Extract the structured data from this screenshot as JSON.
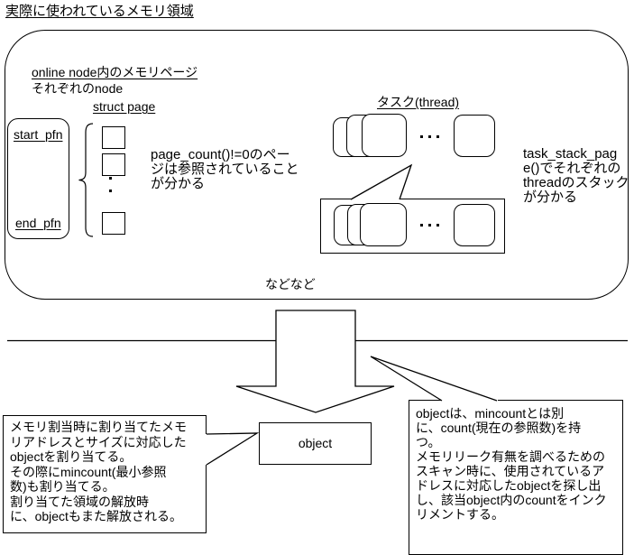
{
  "colors": {
    "ink": "#000000",
    "paper": "#ffffff"
  },
  "page": {
    "title": "実際に使われているメモリ領域"
  },
  "memory_region": {
    "online_node_label": "online node内のメモリページ",
    "each_node_label": "それぞれのnode",
    "struct_page_label": "struct page",
    "pfn_box": {
      "start_label": "start_pfn",
      "end_label": "end_pfn"
    },
    "page_count_note": [
      "page_count()!=0のペー",
      "ジは参照されていること",
      "が分かる"
    ],
    "task_section": {
      "title": "タスク(thread)"
    },
    "task_stack_note": [
      "task_stack_pag",
      "e()でそれぞれの",
      "threadのスタック",
      "が分かる"
    ],
    "etc_label": "などなど"
  },
  "object_box": {
    "label": "object"
  },
  "left_callout": {
    "lines": [
      "メモリ割当時に割り当てたメモ",
      "リアドレスとサイズに対応した",
      "objectを割り当てる。",
      "その際にmincount(最小参照",
      "数)も割り当てる。",
      "割り当てた領域の解放時",
      "に、objectもまた解放される。"
    ]
  },
  "right_callout": {
    "lines": [
      "objectは、mincountとは別",
      "に、count(現在の参照数)を持",
      "つ。",
      "メモリリーク有無を調べるための",
      "スキャン時に、使用されているア",
      "ドレスに対応したobjectを探し出",
      "し、該当object内のcountをインク",
      "リメントする。"
    ]
  }
}
